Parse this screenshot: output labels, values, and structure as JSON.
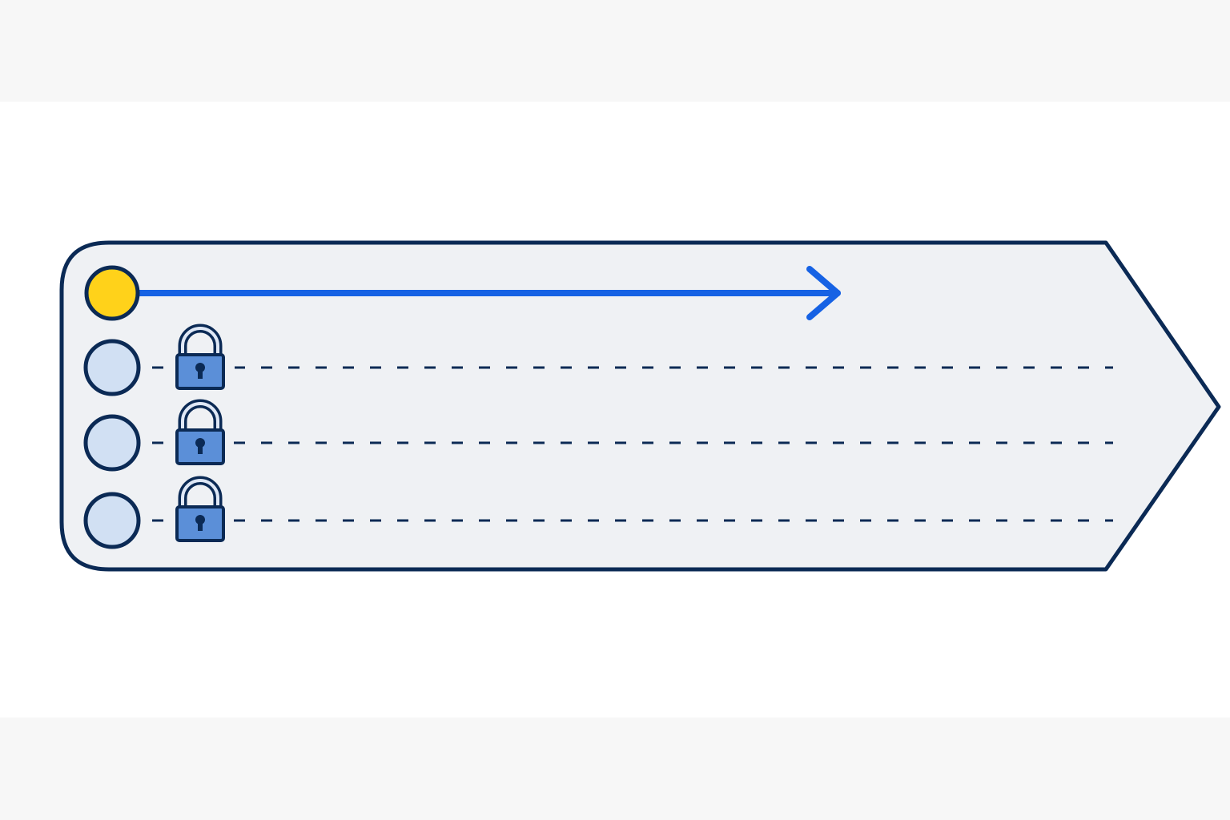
{
  "colors": {
    "band": "#f7f7f7",
    "panel_fill": "#eff1f4",
    "outline": "#0b2a55",
    "active_node": "#ffd21a",
    "inactive_node": "#d1e0f3",
    "arrow": "#1662e4",
    "lock_body": "#5b8fd8",
    "lock_shackle_inner": "#dfe8f6"
  },
  "icons": {
    "arrow": "arrow-right-icon",
    "lock": "padlock-icon"
  },
  "tracks": [
    {
      "id": "track-1",
      "state": "active",
      "locked": false
    },
    {
      "id": "track-2",
      "state": "inactive",
      "locked": true
    },
    {
      "id": "track-3",
      "state": "inactive",
      "locked": true
    },
    {
      "id": "track-4",
      "state": "inactive",
      "locked": true
    }
  ]
}
